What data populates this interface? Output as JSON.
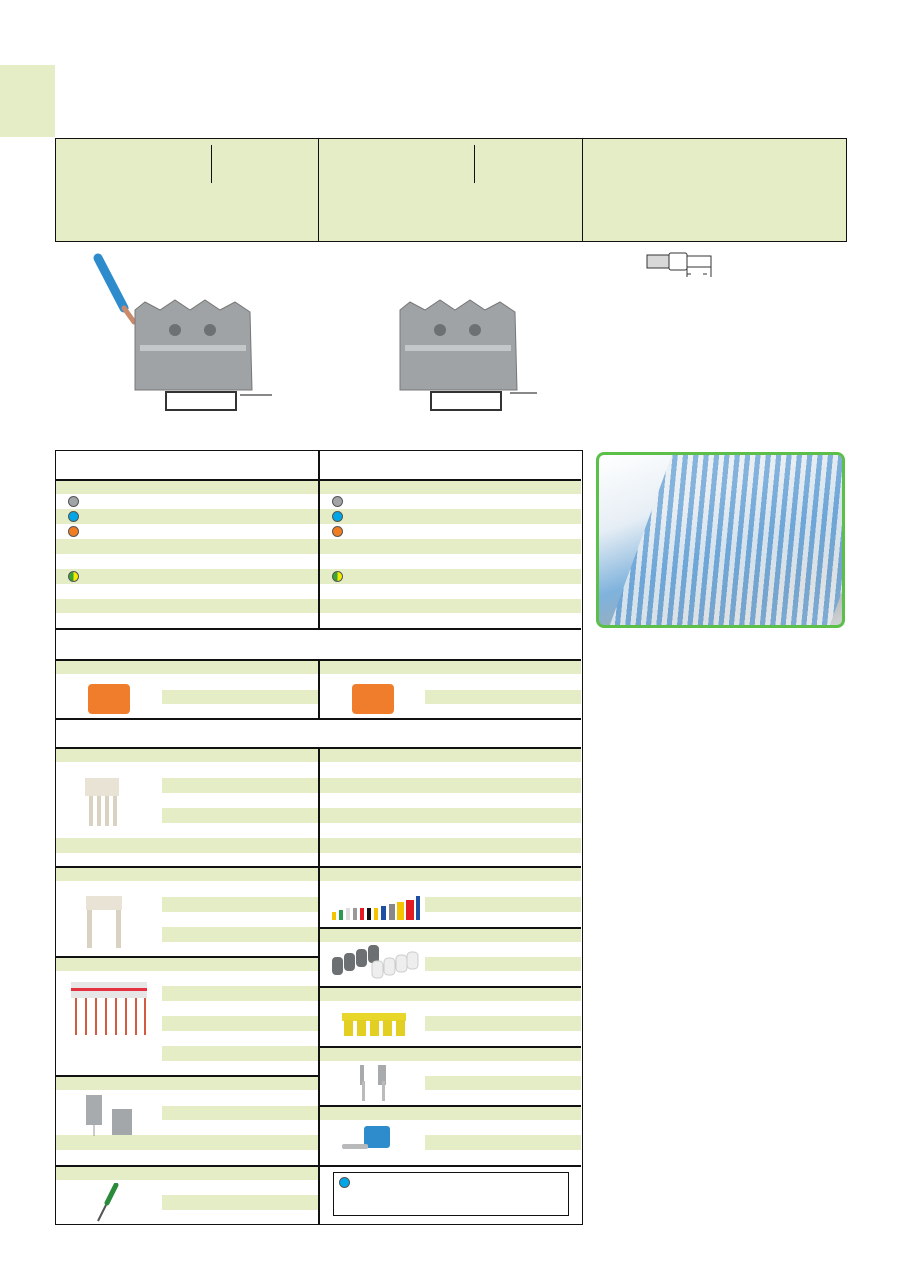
{
  "colors": {
    "panel_green": "#e4edc6",
    "frame_green": "#5cbf4a",
    "dot_gray": "#a1a5a7",
    "dot_blue": "#00a6e6",
    "dot_orange": "#f07d22",
    "dot_green": "#3aa535",
    "dot_yellow": "#f4ec00",
    "terminal_gray": "#9fa3a5",
    "wire_blue": "#2f8ccc"
  },
  "color_legend": [
    "gray",
    "blue",
    "orange",
    "green-yellow"
  ],
  "note_dot": "blue"
}
